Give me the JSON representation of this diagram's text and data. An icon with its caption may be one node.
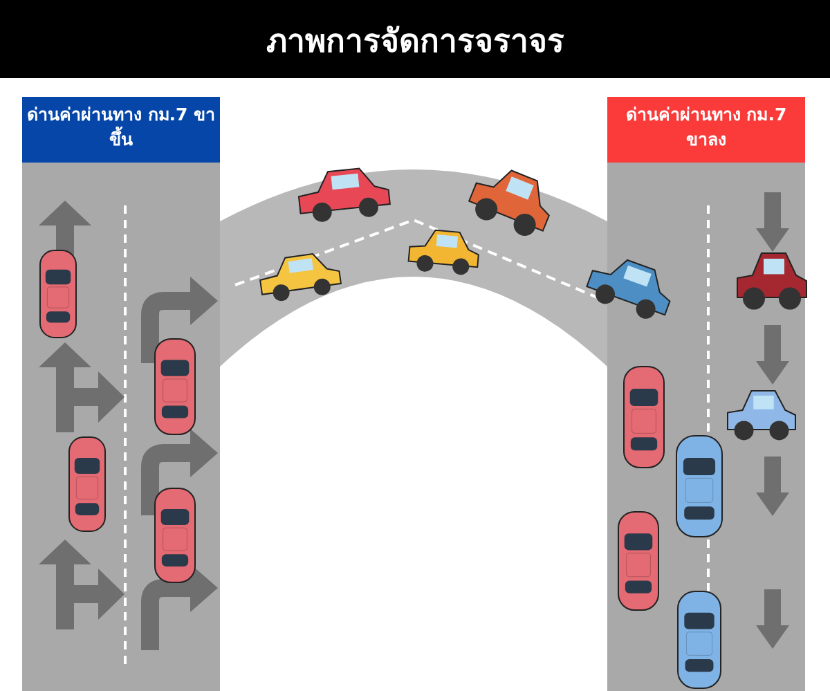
{
  "diagram": {
    "title": "ภาพการจัดการจราจร",
    "nodes": [
      {
        "text": [
          "ด่านค่าผ่านทาง กม.7 ขาขึ้น"
        ]
      },
      {
        "text": [
          "ด่านค่าผ่านทาง กม.7 ขาลง"
        ]
      }
    ]
  }
}
